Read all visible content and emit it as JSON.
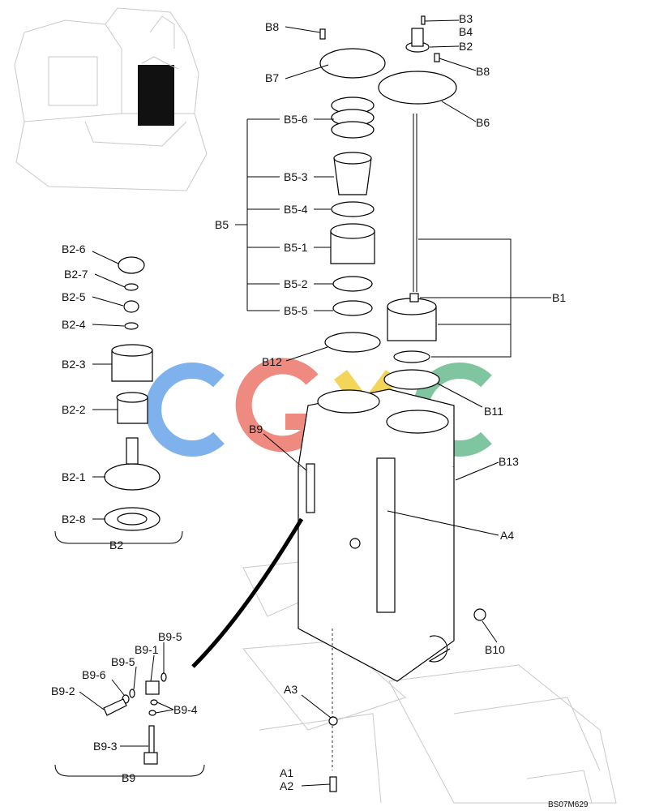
{
  "colors": {
    "logo_blue": "#7fb1ec",
    "logo_red": "#ef8a80",
    "logo_yellow": "#f3d55a",
    "logo_green": "#7fc6a0"
  },
  "watermark": {
    "text": "CGYC"
  },
  "labels": {
    "b8_top": "B8",
    "b7": "B7",
    "b3": "B3",
    "b4": "B4",
    "b2": "B2",
    "b8_right": "B8",
    "b6": "B6",
    "b5_6": "B5-6",
    "b5_3": "B5-3",
    "b5_4": "B5-4",
    "b5": "B5",
    "b5_1": "B5-1",
    "b5_2": "B5-2",
    "b5_5": "B5-5",
    "b1": "B1",
    "b12": "B12",
    "b11": "B11",
    "b9": "B9",
    "b13": "B13",
    "a4": "A4",
    "b10": "B10",
    "a3": "A3",
    "a1": "A1",
    "a2": "A2",
    "b2_6": "B2-6",
    "b2_7": "B2-7",
    "b2_5": "B2-5",
    "b2_4": "B2-4",
    "b2_3": "B2-3",
    "b2_2": "B2-2",
    "b2_1": "B2-1",
    "b2_8": "B2-8",
    "b2_group": "B2",
    "b9_5a": "B9-5",
    "b9_1": "B9-1",
    "b9_5b": "B9-5",
    "b9_6": "B9-6",
    "b9_2": "B9-2",
    "b9_4": "B9-4",
    "b9_3": "B9-3",
    "b9_group": "B9"
  },
  "drawing_code": "BS07M629"
}
